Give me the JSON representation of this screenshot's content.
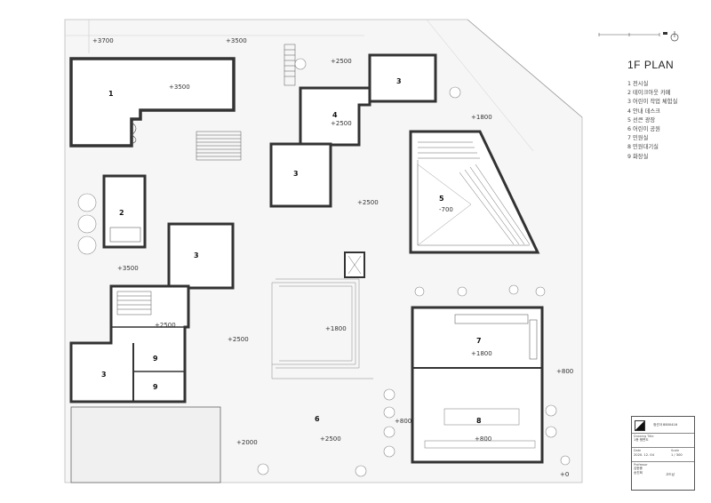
{
  "plan": {
    "legend_title": "1F PLAN",
    "legend_items": [
      "1 전시실",
      "2 테이크아웃 카페",
      "3 어린이 작업 체험실",
      "4 안내 데스크",
      "5 선큰 광장",
      "6 어린이 공원",
      "7 민원실",
      "8 민원대기실",
      "9 화장실"
    ],
    "elevations": {
      "e3700": "+3700",
      "e3500_top": "+3500",
      "e2500_top": "+2500",
      "e3500_room1": "+3500",
      "e2500_room4": "+2500",
      "e1800_top": "+1800",
      "e2500_mid": "+2500",
      "e_700": "-700",
      "e3500_left": "+3500",
      "e2500_left": "+2500",
      "e2500_center": "+2500",
      "e1800_center": "+1800",
      "e1800_room7": "+1800",
      "e800_right": "+800",
      "e800_bottom": "+800",
      "e800_room8": "+800",
      "e2500_bottom": "+2500",
      "e2000": "+2000",
      "e0": "+0"
    },
    "rooms": {
      "r1": "1",
      "r2": "2",
      "r3_top": "3",
      "r3_mid": "3",
      "r3_left": "3",
      "r3_bottom": "3",
      "r4": "4",
      "r5": "5",
      "r6": "6",
      "r7": "7",
      "r8": "8",
      "r9_a": "9",
      "r9_b": "9"
    },
    "title_block": {
      "name": "정선아 8800416",
      "drawing_title_label": "Drawing Title",
      "drawing_title": "1층 평면도",
      "date_label": "Date",
      "date": "2020. 12. 04",
      "scale_label": "Scale",
      "scale": "1 / 300",
      "professor_label": "Professor",
      "professor_1": "김현종",
      "professor_2": "송진희",
      "mark": "고드남"
    }
  }
}
